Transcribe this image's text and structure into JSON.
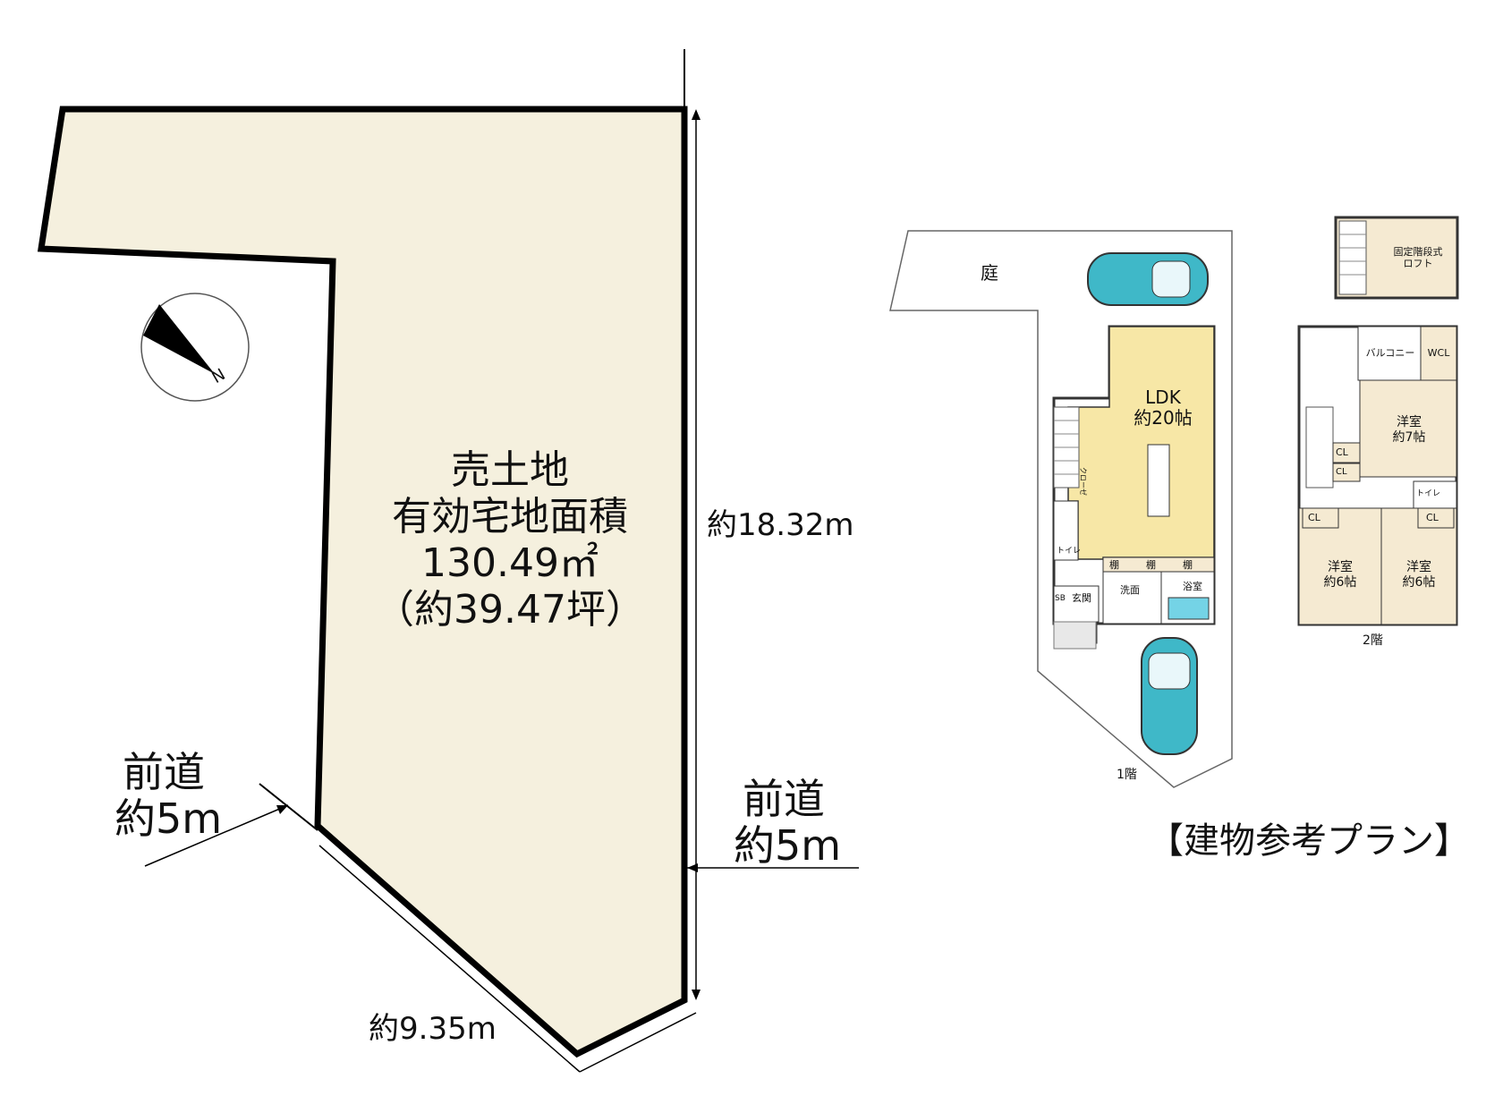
{
  "site": {
    "title": "売土地",
    "area_label": "有効宅地面積",
    "area_sqm": "130.49㎡",
    "area_tsubo": "（約39.47坪）",
    "dim_right": "約18.32m",
    "dim_bottom": "約9.35m",
    "road_left_line1": "前道",
    "road_left_line2": "約5m",
    "road_right_line1": "前道",
    "road_right_line2": "約5m",
    "compass_letter": "N"
  },
  "plan": {
    "caption": "【建物参考プラン】",
    "floor1_label": "1階",
    "floor2_label": "2階",
    "floor1": {
      "garden": "庭",
      "ldk_line1": "LDK",
      "ldk_line2": "約20帖",
      "shelf1": "棚",
      "shelf2": "棚",
      "shelf3": "棚",
      "washroom": "洗面",
      "bath": "浴室",
      "entrance": "玄関",
      "shoebox": "SB",
      "toilet": "トイレ",
      "closet_small": "クローゼ"
    },
    "loft": {
      "line1": "固定階段式",
      "line2": "ロフト"
    },
    "floor2": {
      "balcony": "バルコニー",
      "wcl": "WCL",
      "room_a_line1": "洋室",
      "room_a_line2": "約7帖",
      "cl1": "CL",
      "cl2": "CL",
      "cl3": "CL",
      "cl4": "CL",
      "toilet": "トイレ",
      "room_b_line1": "洋室",
      "room_b_line2": "約6帖",
      "room_c_line1": "洋室",
      "room_c_line2": "約6帖"
    }
  },
  "colors": {
    "lot_fill": "#f5f0de",
    "ldk_fill": "#f7e7a6",
    "room_fill": "#f5ead2",
    "car_fill": "#3fb8c8",
    "bath_fill": "#74d3e6"
  }
}
